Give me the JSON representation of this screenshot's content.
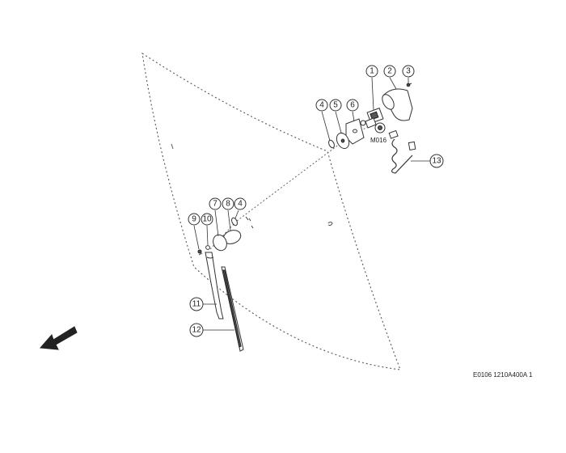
{
  "callouts": [
    {
      "id": "1",
      "text": "1"
    },
    {
      "id": "2",
      "text": "2"
    },
    {
      "id": "3",
      "text": "3"
    },
    {
      "id": "4a",
      "text": "4"
    },
    {
      "id": "5",
      "text": "5"
    },
    {
      "id": "6",
      "text": "6"
    },
    {
      "id": "7",
      "text": "7"
    },
    {
      "id": "8",
      "text": "8"
    },
    {
      "id": "4b",
      "text": "4"
    },
    {
      "id": "9",
      "text": "9"
    },
    {
      "id": "10",
      "text": "10"
    },
    {
      "id": "11",
      "text": "11"
    },
    {
      "id": "12",
      "text": "12"
    },
    {
      "id": "13",
      "text": "13"
    }
  ],
  "motor_label": "M016",
  "document_reference": "E0106 1210A400A 1",
  "icons": {
    "direction": "arrow-front-direction-icon",
    "glass": "rear-window-glass-outline"
  },
  "colors": {
    "line": "#333333",
    "background": "#ffffff"
  }
}
